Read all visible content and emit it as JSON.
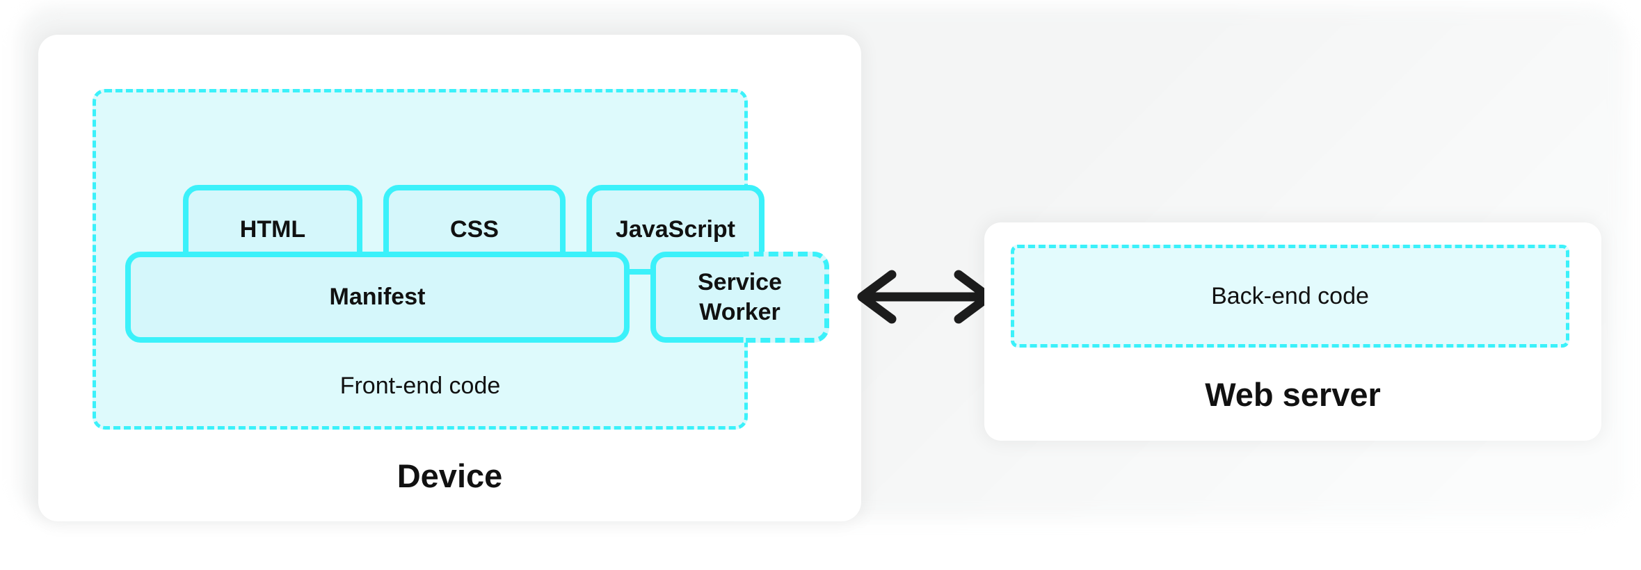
{
  "colors": {
    "accent": "#3BF1FA",
    "box_fill": "#D5F7FB",
    "frontend_fill": "#DEFAFC",
    "backend_fill": "#E3FBFD",
    "card_bg": "#FFFFFF",
    "canvas_bg": "#F4F5F5",
    "text": "#111111",
    "arrow": "#1C1C1C"
  },
  "device": {
    "label": "Device",
    "frontend": {
      "label": "Front-end code",
      "boxes": [
        {
          "id": "html",
          "label": "HTML"
        },
        {
          "id": "css",
          "label": "CSS"
        },
        {
          "id": "javascript",
          "label": "JavaScript"
        },
        {
          "id": "manifest",
          "label": "Manifest"
        }
      ],
      "service_worker": {
        "label": "Service Worker"
      }
    }
  },
  "connection": {
    "type": "bidirectional-arrow"
  },
  "server": {
    "label": "Web server",
    "backend": {
      "label": "Back-end code"
    }
  }
}
